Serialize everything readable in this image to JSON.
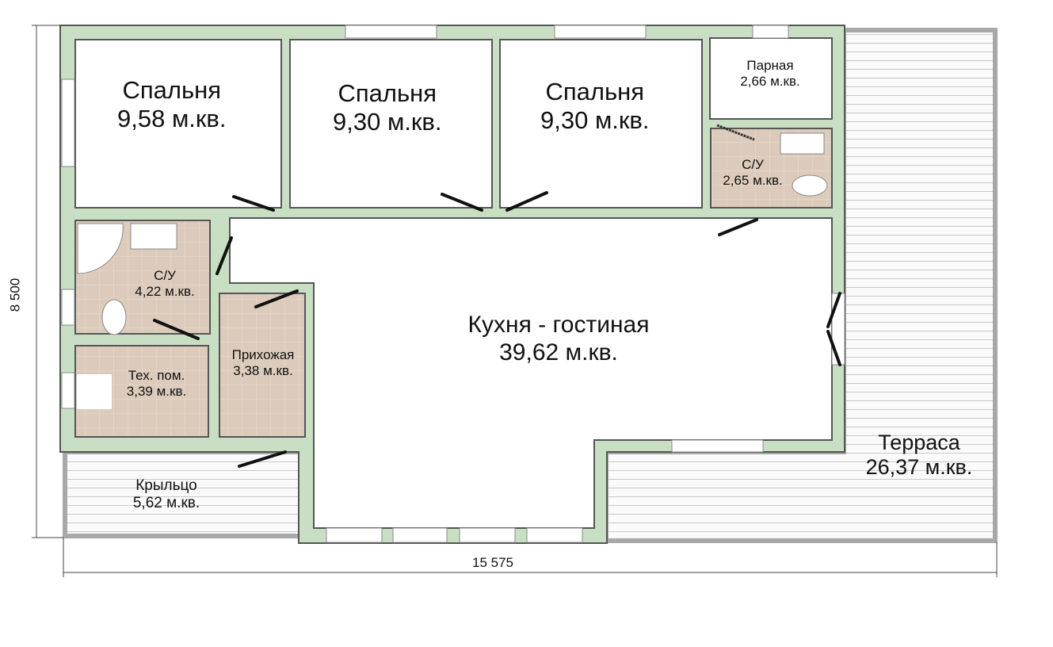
{
  "plan": {
    "rooms": [
      {
        "name": "Спальня",
        "area": "9,58 м.кв."
      },
      {
        "name": "Спальня",
        "area": "9,30 м.кв."
      },
      {
        "name": "Спальня",
        "area": "9,30 м.кв."
      },
      {
        "name": "Парная",
        "area": "2,66 м.кв."
      },
      {
        "name": "С/У",
        "area": "2,65 м.кв."
      },
      {
        "name": "С/У",
        "area": "4,22 м.кв."
      },
      {
        "name": "Тех. пом.",
        "area": "3,39 м.кв."
      },
      {
        "name": "Прихожая",
        "area": "3,38 м.кв."
      },
      {
        "name": "Кухня - гостиная",
        "area": "39,62 м.кв."
      },
      {
        "name": "Крыльцо",
        "area": "5,62 м.кв."
      },
      {
        "name": "Терраса",
        "area": "26,37 м.кв."
      }
    ],
    "dimensions": {
      "height": "8 500",
      "width": "15 575"
    },
    "colors": {
      "wall": "#c8dfc3",
      "tile": "#dccbbb",
      "deck": "#f2f2f2",
      "door": "#111111"
    }
  }
}
